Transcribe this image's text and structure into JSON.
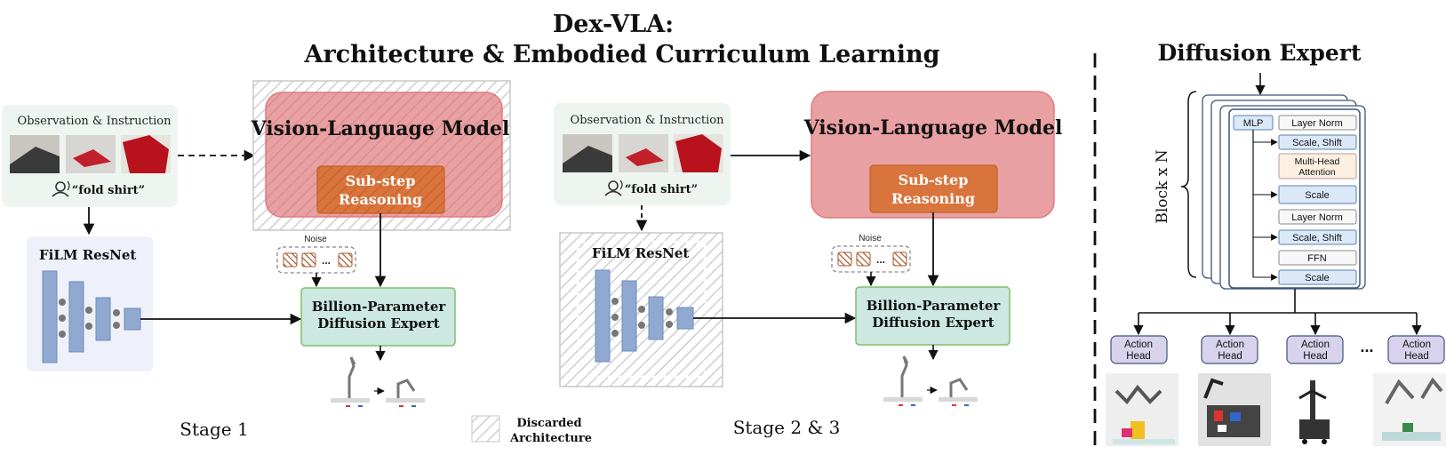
{
  "main": {
    "title_line1": "Dex-VLA:",
    "title_line2": "Architecture & Embodied Curriculum Learning"
  },
  "stage1": {
    "obs_title": "Observation & Instruction",
    "instruction": "“fold shirt”",
    "vlm_title": "Vision-Language Model",
    "substep_line1": "Sub-step",
    "substep_line2": "Reasoning",
    "film_title": "FiLM ResNet",
    "noise_label": "Noise",
    "noise_dots": "...",
    "diffusion_line1": "Billion-Parameter",
    "diffusion_line2": "Diffusion Expert",
    "stage_label": "Stage 1"
  },
  "stage23": {
    "obs_title": "Observation & Instruction",
    "instruction": "“fold shirt”",
    "vlm_title": "Vision-Language Model",
    "substep_line1": "Sub-step",
    "substep_line2": "Reasoning",
    "film_title": "FiLM ResNet",
    "noise_label": "Noise",
    "noise_dots": "...",
    "diffusion_line1": "Billion-Parameter",
    "diffusion_line2": "Diffusion Expert",
    "stage_label": "Stage 2 & 3"
  },
  "legend": {
    "line1": "Discarded",
    "line2": "Architecture"
  },
  "expert": {
    "title": "Diffusion Expert",
    "block_label": "Block x N",
    "mlp": "MLP",
    "layer_norm_1": "Layer Norm",
    "scale_shift_1": "Scale, Shift",
    "mha_line1": "Multi-Head",
    "mha_line2": "Attention",
    "scale_1": "Scale",
    "layer_norm_2": "Layer Norm",
    "scale_shift_2": "Scale, Shift",
    "ffn": "FFN",
    "scale_2": "Scale",
    "action_head_line1": "Action",
    "action_head_line2": "Head",
    "ellipsis": "..."
  },
  "colors": {
    "vlm_fill": "#e8a0a3",
    "vlm_stroke": "#e07a80",
    "substep_fill": "#d9743c",
    "diffusion_fill": "#cce8e0",
    "diffusion_stroke": "#7fbf6a",
    "film_bg": "#eef1fa",
    "film_bar": "#8fa9d1",
    "obs_bg": "#eef5f1",
    "box_blue": "#dbe8f8",
    "box_orange": "#fdf0e2",
    "action_head": "#d8d2ec"
  }
}
